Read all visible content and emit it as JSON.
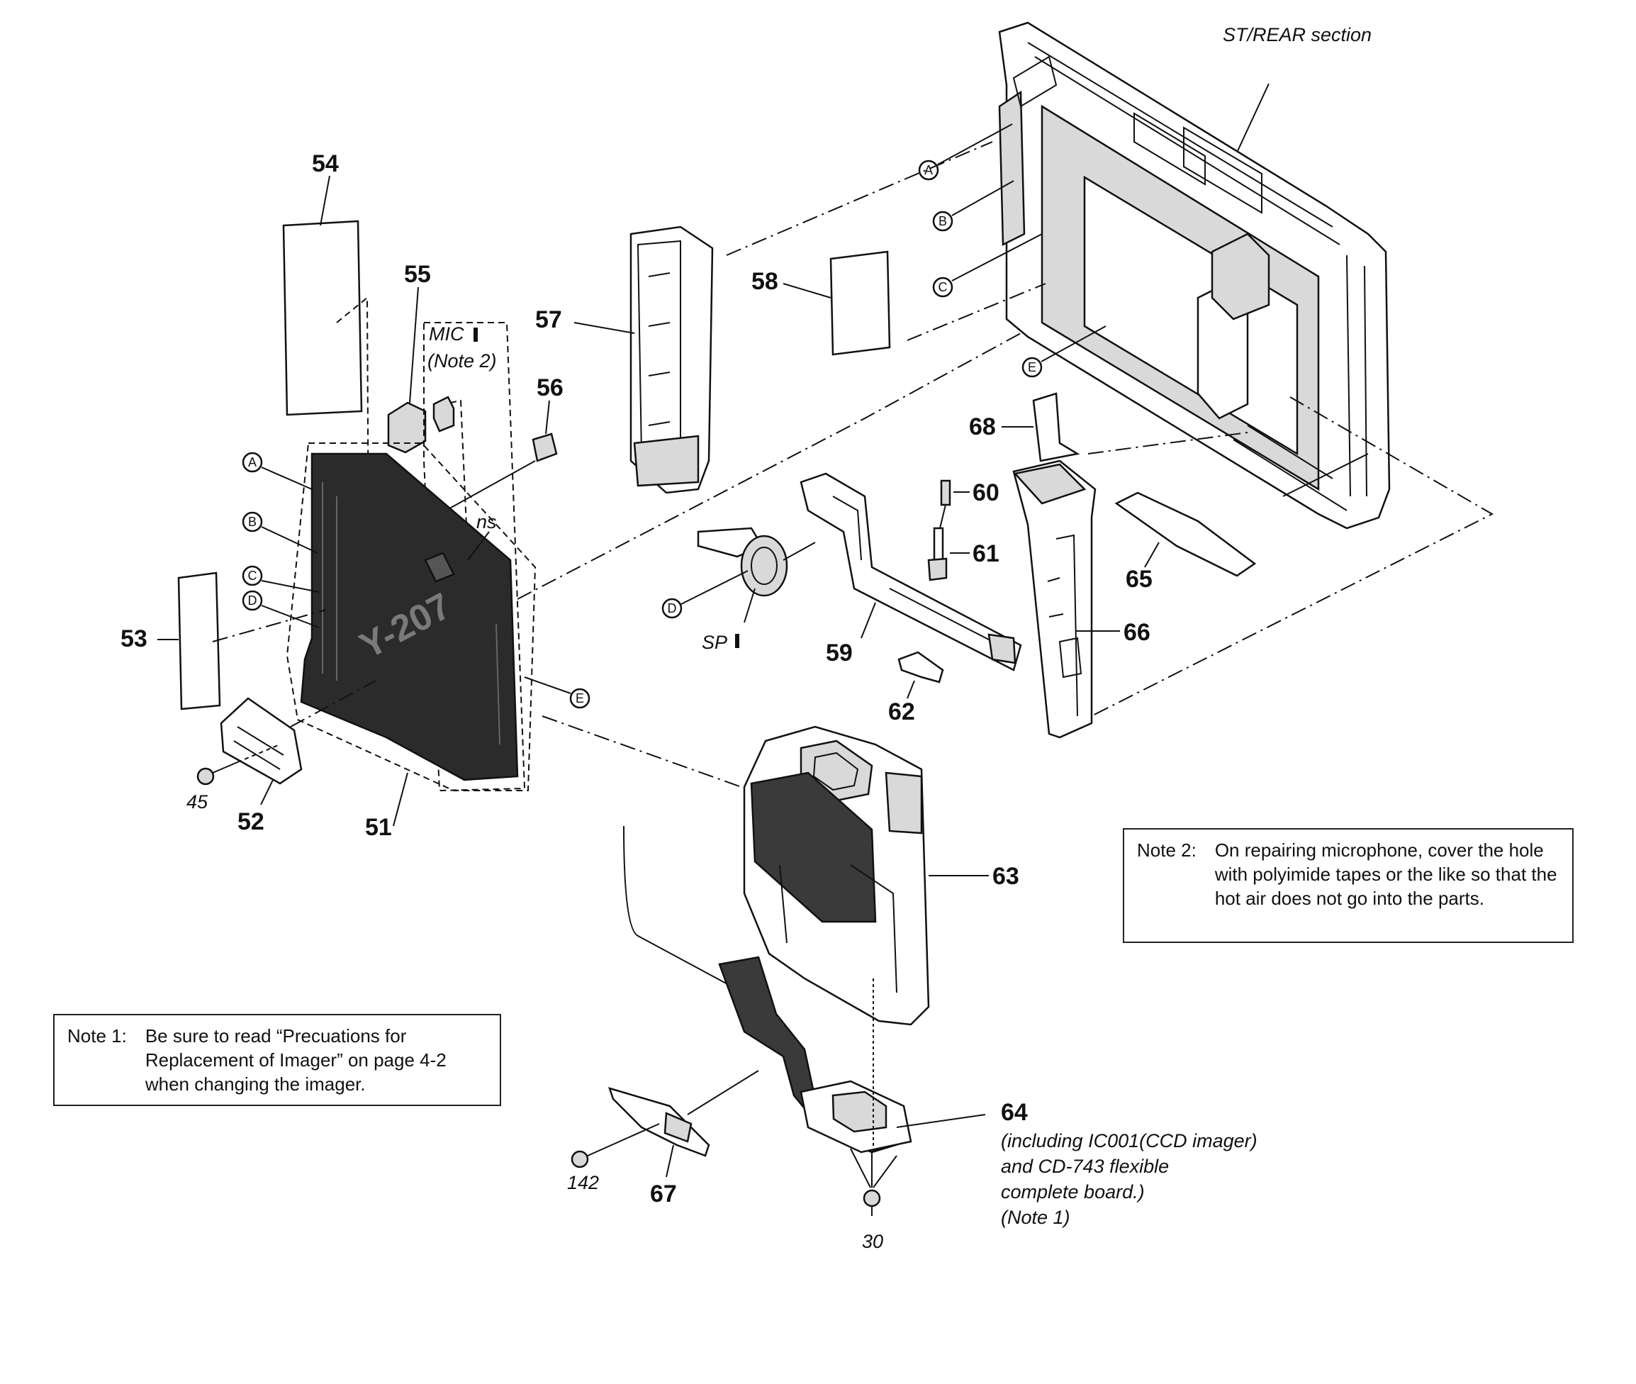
{
  "section_title": "ST/REAR section",
  "parts": [
    "51",
    "52",
    "53",
    "54",
    "55",
    "56",
    "57",
    "58",
    "59",
    "60",
    "61",
    "62",
    "63",
    "64",
    "65",
    "66",
    "67",
    "68"
  ],
  "screws": [
    "45",
    "142",
    "30"
  ],
  "markers": [
    "A",
    "B",
    "C",
    "D",
    "E"
  ],
  "labels": {
    "mic": "MIC",
    "mic_note": "(Note 2)",
    "ns": "ns",
    "sp": "SP"
  },
  "part66_desc": [
    "(including IC001(CCD imager)",
    "and CD-743 flexible",
    "complete board.)",
    "(Note 1)"
  ],
  "note1": {
    "label": "Note 1:",
    "text": "Be sure to read “Precuations for Replacement of Imager” on page 4-2 when changing the imager."
  },
  "note2": {
    "label": "Note 2:",
    "text": "On repairing microphone, cover the hole with polyimide tapes or the like so that the hot air does not go into the parts."
  }
}
